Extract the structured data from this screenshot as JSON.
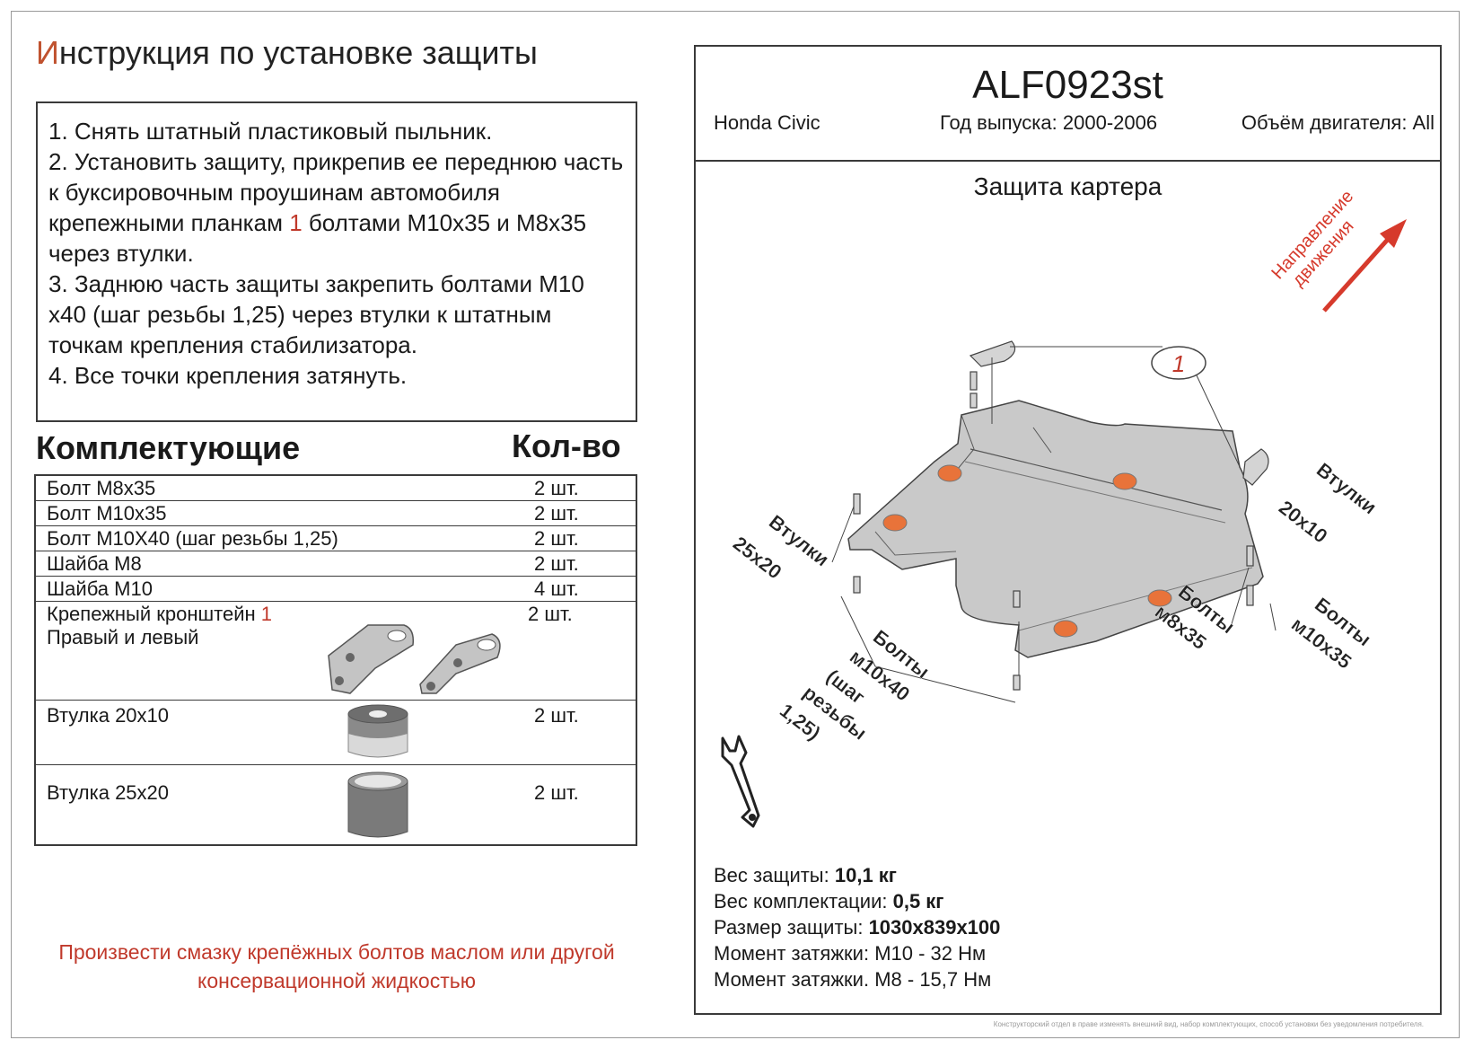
{
  "title": {
    "first_letter": "И",
    "rest": "нструкция по установке защиты"
  },
  "instructions": [
    {
      "text": "1.  Снять штатный пластиковый пыльник."
    },
    {
      "before": "2.  Установить защиту, прикрепив ее переднюю часть к буксировочным проушинам автомобиля крепежными планкам ",
      "highlight": "1",
      "after": " болтами М10х35 и М8х35 через втулки."
    },
    {
      "text": "3.  Заднюю часть защиты закрепить болтами М10 х40 (шаг резьбы 1,25) через втулки к штатным точкам крепления стабилизатора."
    },
    {
      "text": "4.  Все точки крепления затянуть."
    }
  ],
  "kit": {
    "heading": "Комплектующие",
    "qty_heading": "Кол-во",
    "items": [
      {
        "name": "Болт М8х35",
        "qty": "2 шт."
      },
      {
        "name": "Болт М10х35",
        "qty": "2 шт."
      },
      {
        "name": "Болт М10Х40 (шаг резьбы 1,25)",
        "qty": "2 шт."
      },
      {
        "name": "Шайба М8",
        "qty": "2 шт."
      },
      {
        "name": "Шайба М10",
        "qty": "4 шт."
      },
      {
        "name": "Крепежный кронштейн",
        "name_highlight": "1",
        "name_line2": "Правый и левый",
        "qty": "2 шт."
      },
      {
        "name": "Втулка 20х10",
        "qty": "2 шт."
      },
      {
        "name": "Втулка 25х20",
        "qty": "2 шт."
      }
    ]
  },
  "note": {
    "line1": "Произвести смазку крепёжных болтов маслом или другой",
    "line2": "консервационной жидкостью"
  },
  "product": {
    "code": "ALF0923st",
    "car": "Honda Civic",
    "year": "Год выпуска: 2000-2006",
    "engine": "Объём двигателя: All",
    "subtitle": "Защита картера"
  },
  "diagram": {
    "direction_line1": "Направление",
    "direction_line2": "движения",
    "callout": "1",
    "labels": {
      "bush_right_1": "Втулки",
      "bush_right_2": "20х10",
      "bush_left_1": "Втулки",
      "bush_left_2": "25х20",
      "bolts_m8_1": "Болты",
      "bolts_m8_2": "м8х35",
      "bolts_m10_1": "Болты",
      "bolts_m10_2": "м10х35",
      "bolts_m10x40_1": "Болты",
      "bolts_m10x40_2": "м10х40",
      "bolts_m10x40_3": "(шаг",
      "bolts_m10x40_4": "резьбы",
      "bolts_m10x40_5": "1,25)"
    },
    "colors": {
      "plate": "#c9c9c9",
      "plate_stroke": "#444444",
      "bolt": "#e8733a",
      "arrow": "#d63a2c"
    }
  },
  "specs": [
    {
      "label": "Вес защиты: ",
      "value": "10,1 кг"
    },
    {
      "label": "Вес комплектации: ",
      "value": "0,5 кг"
    },
    {
      "label": "Размер защиты: ",
      "value": "1030х839х100"
    },
    {
      "label": "Момент затяжки:  ",
      "value": "М10 - 32 Нм",
      "plain": true
    },
    {
      "label": "Момент затяжки.  ",
      "value": "М8 - 15,7 Нм",
      "plain": true
    }
  ],
  "disclaimer": "Конструкторский отдел в праве изменять внешний вид, набор комплектующих, способ установки без уведомления потребителя."
}
